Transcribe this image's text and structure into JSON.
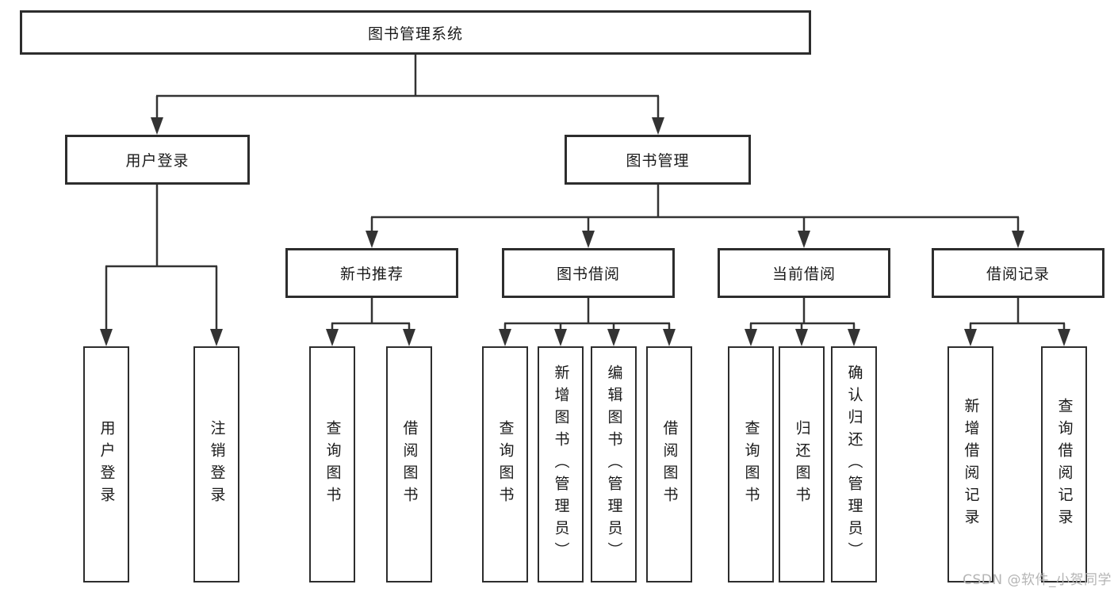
{
  "tree": {
    "root": {
      "label": "图书管理系统",
      "children": [
        {
          "label": "用户登录",
          "children": [
            {
              "label": "用户登录"
            },
            {
              "label": "注销登录"
            }
          ]
        },
        {
          "label": "图书管理",
          "children": [
            {
              "label": "新书推荐",
              "children": [
                {
                  "label": "查询图书"
                },
                {
                  "label": "借阅图书"
                }
              ]
            },
            {
              "label": "图书借阅",
              "children": [
                {
                  "label": "查询图书"
                },
                {
                  "label": "新增图书（管理员）"
                },
                {
                  "label": "编辑图书（管理员）"
                },
                {
                  "label": "借阅图书"
                }
              ]
            },
            {
              "label": "当前借阅",
              "children": [
                {
                  "label": "查询图书"
                },
                {
                  "label": "归还图书"
                },
                {
                  "label": "确认归还（管理员）"
                }
              ]
            },
            {
              "label": "借阅记录",
              "children": [
                {
                  "label": "新增借阅记录"
                },
                {
                  "label": "查询借阅记录"
                }
              ]
            }
          ]
        }
      ]
    }
  },
  "watermark": {
    "text": "CSDN @软件_小贺同学"
  },
  "colors": {
    "line": "#333333",
    "box_border": "#2d2d2d",
    "text": "#1a1a1a",
    "watermark": "#b4b4b4",
    "background": "#ffffff"
  }
}
